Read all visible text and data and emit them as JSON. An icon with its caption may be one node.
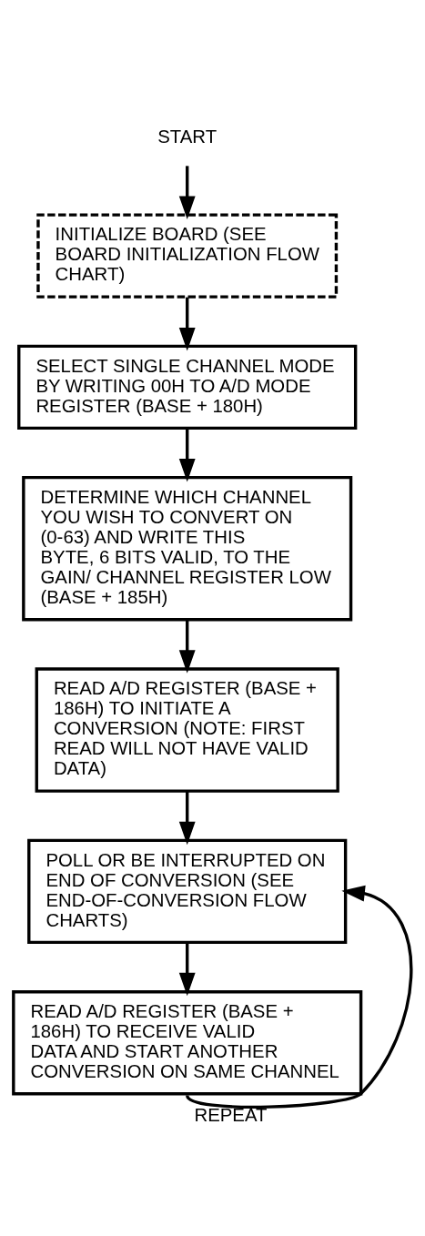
{
  "diagram": {
    "nodes": [
      {
        "text": [
          "START"
        ]
      },
      {
        "text": [
          "INITIALIZE BOARD (SEE BOARD INITIALIZATION FLOW CHART)"
        ]
      },
      {
        "text": [
          "SELECT SINGLE CHANNEL MODE BY WRITING 00H TO A/D MODE REGISTER (BASE + 180H)"
        ]
      },
      {
        "text": [
          "DETERMINE WHICH CHANNEL YOU WISH TO CONVERT ON (0-63) AND WRITE THIS BYTE, 6 BITS VALID, TO THE GAIN/ CHANNEL REGISTER LOW (BASE + 185H)"
        ]
      },
      {
        "text": [
          "READ A/D REGISTER (BASE + 186H) TO INITIATE A CONVERSION (NOTE: FIRST READ WILL NOT HAVE VALID DATA)"
        ]
      },
      {
        "text": [
          "POLL OR BE INTERRUPTED ON END OF CONVERSION (SEE END-OF-CONVERSION FLOW CHARTS)"
        ]
      },
      {
        "text": [
          "READ A/D REGISTER (BASE + 186H) TO RECEIVE VALID DATA AND START ANOTHER CONVERSION ON SAME CHANNEL"
        ]
      }
    ],
    "edges": [
      {
        "from": 0,
        "to": 1,
        "arrow": "to"
      },
      {
        "from": 1,
        "to": 2,
        "arrow": "to"
      },
      {
        "from": 2,
        "to": 3,
        "arrow": "to"
      },
      {
        "from": 3,
        "to": 4,
        "arrow": "to"
      },
      {
        "from": 4,
        "to": 5,
        "arrow": "to"
      },
      {
        "from": 5,
        "to": 6,
        "arrow": "to"
      },
      {
        "from": 6,
        "to": 5,
        "arrow": "to",
        "label": "REPEAT"
      }
    ]
  }
}
